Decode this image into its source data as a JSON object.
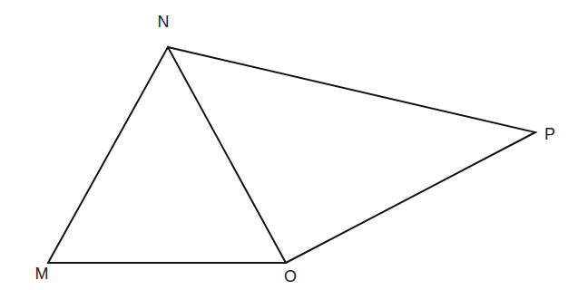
{
  "diagram": {
    "labels": [
      "N",
      "M",
      "O",
      "P"
    ]
  }
}
